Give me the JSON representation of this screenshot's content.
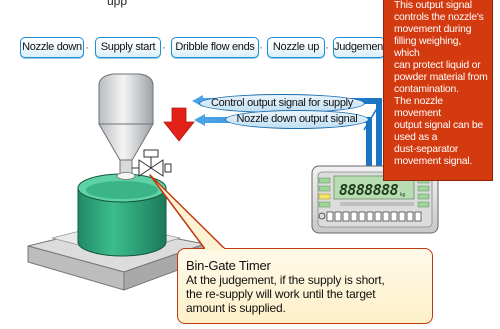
{
  "top_fragment": "upp",
  "steps": [
    {
      "label": "Nozzle down"
    },
    {
      "label": "Supply start"
    },
    {
      "label": "Dribble flow ends"
    },
    {
      "label": "Nozzle up"
    },
    {
      "label": "Judgement"
    }
  ],
  "separator": "·",
  "note_lines": [
    "This output signal",
    "controls the nozzle's",
    "movement during",
    "filling weighing, which",
    "can protect liquid or",
    "powder material from",
    "contamination.",
    "The nozzle movement",
    "output signal can be",
    "used as a",
    "dust-separator",
    "movement signal."
  ],
  "signals": {
    "control": "Control output signal for supply",
    "nozzle": "Nozzle down output signal"
  },
  "display_value": "8888888",
  "display_unit": "kg",
  "bubble_lines": [
    "Bin-Gate Timer",
    "At the judgement, if the supply is short,",
    "the re-supply will work until the target",
    "amount is supplied."
  ],
  "colors": {
    "accent_blue": "#1a8fd0",
    "note_red": "#d33a10",
    "container_green": "#2aa37a",
    "arrow_red": "#e32119"
  }
}
